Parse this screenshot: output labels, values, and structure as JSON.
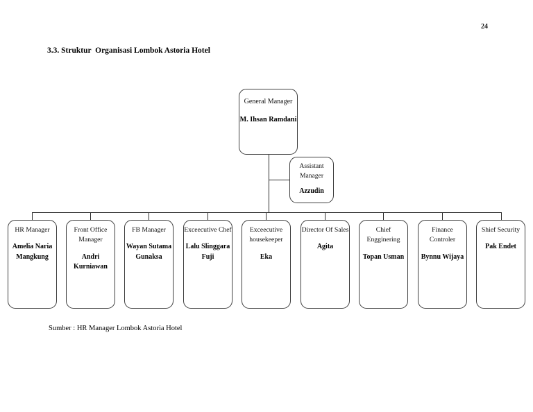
{
  "document": {
    "page_number": "24",
    "heading": "3.3. Struktur  Organisasi Lombok Astoria Hotel",
    "caption": "Sumber : HR Manager Lombok Astoria Hotel"
  },
  "org_chart": {
    "root": {
      "title": "General Manager",
      "person": "M. Ihsan Ramdani"
    },
    "assistant": {
      "title": "Assistant Manager",
      "person": "Azzudin"
    },
    "departments": [
      {
        "title": "HR Manager",
        "person": "Amelia Naria Mangkung"
      },
      {
        "title": "Front Office Manager",
        "person": "Andri Kurniawan"
      },
      {
        "title": "FB Manager",
        "person": "Wayan Sutama Gunaksa"
      },
      {
        "title": "Exceecutive Chef",
        "person": "Lalu Slinggara Fuji"
      },
      {
        "title": "Exceecutive housekeeper",
        "person": "Eka"
      },
      {
        "title": "Director Of Sales",
        "person": "Agita"
      },
      {
        "title": "Chief Engginering",
        "person": "Topan Usman"
      },
      {
        "title": "Finance Controler",
        "person": "Bynnu Wijaya"
      },
      {
        "title": "Shief Security",
        "person": "Pak Endet"
      }
    ]
  },
  "colors": {
    "box_border": "#3d3d3d",
    "line": "#2b2b2b",
    "text": "#000000",
    "background": "#ffffff"
  }
}
